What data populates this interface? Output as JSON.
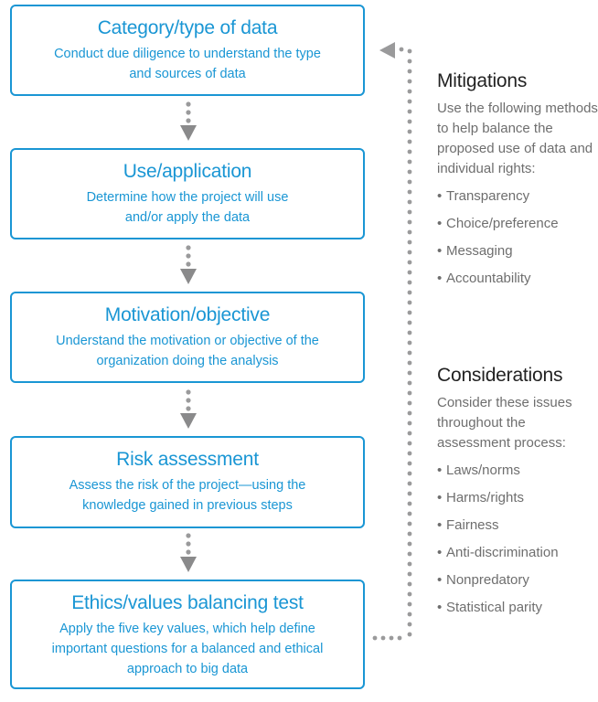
{
  "steps": [
    {
      "title": "Category/type of data",
      "description": "Conduct due diligence to understand the type and sources of data"
    },
    {
      "title": "Use/application",
      "description": "Determine how the project will use and/or apply the data"
    },
    {
      "title": "Motivation/objective",
      "description": "Understand the motivation or objective of the organization doing the analysis"
    },
    {
      "title": "Risk assessment",
      "description": "Assess the risk of the project—using the knowledge gained in previous steps"
    },
    {
      "title": "Ethics/values balancing test",
      "description": "Apply the five key values, which help define important questions for a balanced and ethical approach to big data"
    }
  ],
  "mitigations": {
    "heading": "Mitigations",
    "intro": "Use the following methods to help balance the proposed use of data and individual rights:",
    "bullet": "•",
    "items": [
      "Transparency",
      "Choice/preference",
      "Messaging",
      "Accountability"
    ]
  },
  "considerations": {
    "heading": "Considerations",
    "intro": "Consider these issues throughout the assessment process:",
    "bullet": "•",
    "items": [
      "Laws/norms",
      "Harms/rights",
      "Fairness",
      "Anti-discrimination",
      "Nonpredatory",
      "Statistical parity"
    ]
  },
  "colors": {
    "accent": "#1a96d4",
    "connector": "#9a9a9b",
    "heading": "#222222",
    "body_text": "#6e6e6e"
  }
}
